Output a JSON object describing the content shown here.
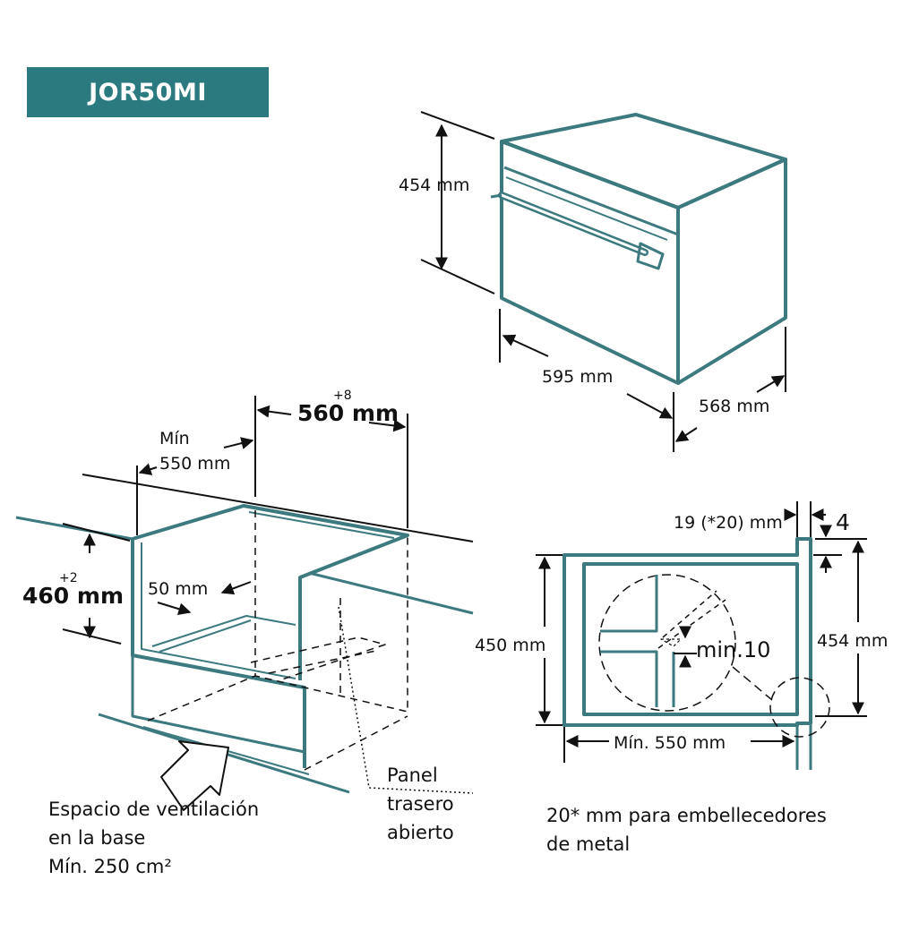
{
  "title": "JOR50MI",
  "oven": {
    "height": "454 mm",
    "width": "595 mm",
    "depth": "568 mm"
  },
  "cabinet": {
    "depth_value": "560 mm",
    "depth_tolerance": "+8",
    "min_label": "Mín",
    "min_width": "550 mm",
    "height_value": "460 mm",
    "height_tolerance": "+2",
    "offset": "50 mm"
  },
  "section": {
    "gap": "19 (*20) mm",
    "top_gap": "4",
    "inner_height": "450 mm",
    "outer_height": "454 mm",
    "min_width": "Mín. 550 mm",
    "min_clearance": "min.10"
  },
  "captions": {
    "ventilation": [
      "Espacio de ventilación",
      "en la base",
      "Mín. 250 cm²"
    ],
    "panel": [
      "Panel",
      "trasero",
      "abierto"
    ],
    "trim": [
      "20* mm para embellecedores",
      "de metal"
    ]
  },
  "colors": {
    "accent": "#2b7a80",
    "line": "#3c7a80",
    "ink": "#111111"
  }
}
